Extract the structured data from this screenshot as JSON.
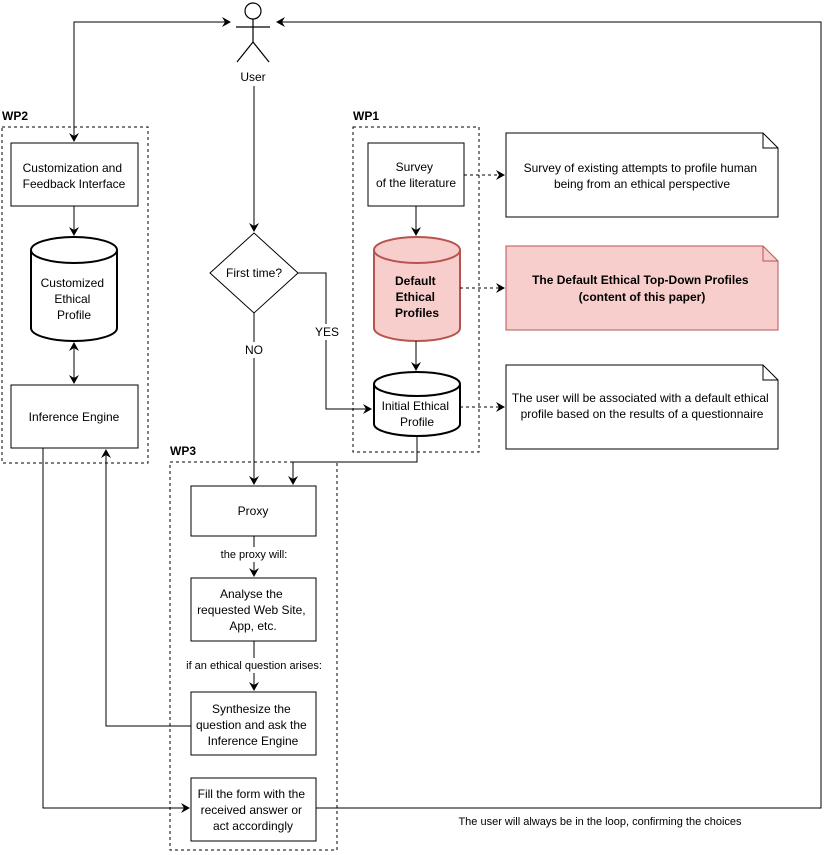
{
  "user": {
    "label": "User"
  },
  "wp_labels": {
    "wp1": "WP1",
    "wp2": "WP2",
    "wp3": "WP3"
  },
  "wp2": {
    "customization_lines": [
      "Customization and",
      "Feedback Interface"
    ],
    "customized_profile_lines": [
      "Customized",
      "Ethical",
      "Profile"
    ],
    "inference_engine": "Inference Engine"
  },
  "wp1": {
    "survey_lines": [
      "Survey",
      "of the literature"
    ],
    "default_profiles_lines": [
      "Default",
      "Ethical",
      "Profiles"
    ],
    "initial_profile_lines": [
      "Initial Ethical",
      "Profile"
    ]
  },
  "notes": {
    "survey_note_lines": [
      "Survey of existing attempts to profile human",
      "being from an ethical perspective"
    ],
    "default_note_lines": [
      "The Default Ethical Top-Down Profiles",
      "(content of this paper)"
    ],
    "questionnaire_note_lines": [
      "The user will be associated with a default ethical",
      "profile based on the results of a questionnaire"
    ]
  },
  "decision": {
    "label": "First time?",
    "no_label": "NO",
    "yes_label": "YES"
  },
  "wp3": {
    "proxy": "Proxy",
    "proxy_will": "the proxy will:",
    "analyse_lines": [
      "Analyse the",
      "requested Web Site,",
      "App, etc."
    ],
    "if_ethical": "if an ethical question arises:",
    "synthesize_lines": [
      "Synthesize the",
      "question and ask the",
      "Inference Engine"
    ],
    "fill_lines": [
      "Fill the form with the",
      "received answer or",
      "act accordingly"
    ]
  },
  "loop_note": "The user will always be in the loop, confirming the choices",
  "colors": {
    "highlight_fill": "#f8cecc",
    "highlight_stroke": "#b85450"
  }
}
